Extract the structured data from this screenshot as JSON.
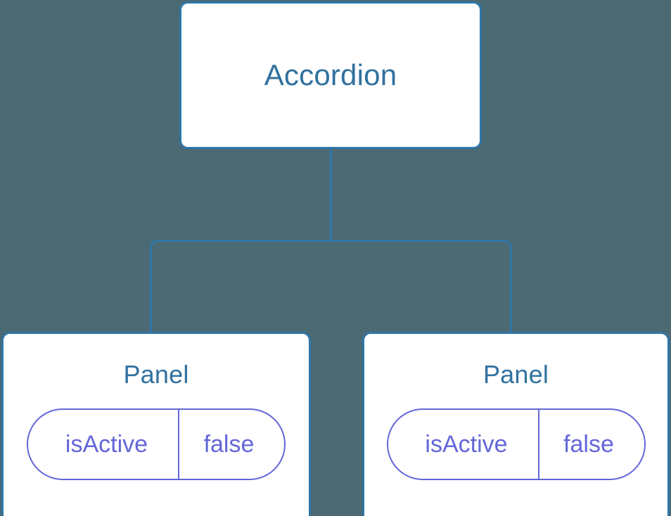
{
  "diagram": {
    "type": "component-tree",
    "background_color": "#4c6a73",
    "node_border_color": "#2f76a8",
    "node_title_color": "#31719f",
    "connector_color": "#2f76a8",
    "pill_color": "#6366d9",
    "root": {
      "label": "Accordion"
    },
    "children": [
      {
        "label": "Panel",
        "state": {
          "key": "isActive",
          "value": "false"
        }
      },
      {
        "label": "Panel",
        "state": {
          "key": "isActive",
          "value": "false"
        }
      }
    ]
  }
}
